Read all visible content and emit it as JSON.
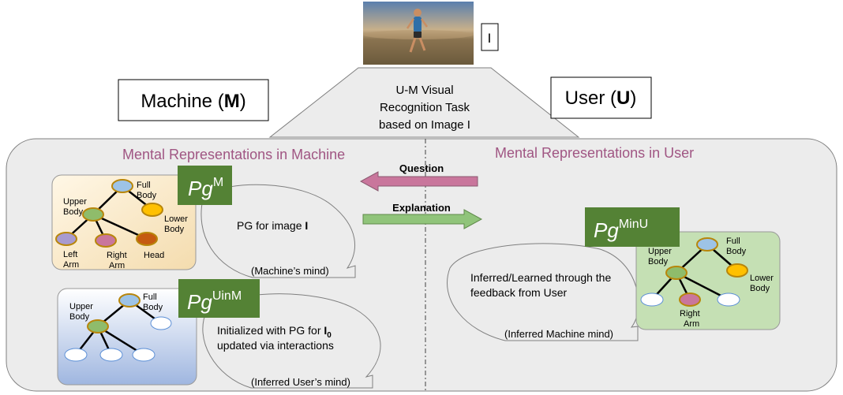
{
  "image_label": "I",
  "task": {
    "line1": "U-M Visual",
    "line2": "Recognition Task",
    "line3": "based on Image I"
  },
  "machine": {
    "label_pre": "Machine (",
    "label_bold": "M",
    "label_post": ")"
  },
  "user": {
    "label_pre": "User (",
    "label_bold": "U",
    "label_post": ")"
  },
  "panels": {
    "machine_title": "Mental Representations in Machine",
    "user_title": "Mental Representations in User"
  },
  "arrows": {
    "question": "Question",
    "explanation": "Explanation"
  },
  "pg_m": {
    "label_base": "Pg",
    "label_sup": "M",
    "bubble_text_pre": "PG for image ",
    "bubble_text_bold": "I",
    "caption": "(Machine’s mind)"
  },
  "pg_uinm": {
    "label_base": "Pg",
    "label_sup": "UinM",
    "bubble_line1_pre": "Initialized with PG for ",
    "bubble_line1_bold": "I",
    "bubble_line1_sub": "0",
    "bubble_line2": "updated via  interactions",
    "caption": "(Inferred User’s mind)"
  },
  "pg_minu": {
    "label_base": "Pg",
    "label_sup": "MinU",
    "bubble_line1": "Inferred/Learned through the",
    "bubble_line2": "feedback from User",
    "caption": "(Inferred Machine mind)"
  },
  "tree_m": {
    "full_body": [
      "Full",
      "Body"
    ],
    "upper_body": [
      "Upper",
      "Body"
    ],
    "lower_body": [
      "Lower",
      "Body"
    ],
    "left_arm": [
      "Left",
      "Arm"
    ],
    "right_arm": [
      "Right",
      "Arm"
    ],
    "head": "Head"
  },
  "tree_uinm": {
    "full_body": [
      "Full",
      "Body"
    ],
    "upper_body": [
      "Upper",
      "Body"
    ]
  },
  "tree_minu": {
    "full_body": [
      "Full",
      "Body"
    ],
    "upper_body": [
      "Upper",
      "Body"
    ],
    "lower_body": [
      "Lower",
      "Body"
    ],
    "right_arm": [
      "Right",
      "Arm"
    ]
  },
  "colors": {
    "panel_fill": "#ececec",
    "title_color": "#a05683",
    "label_box": "#548235",
    "node_border": "#b8860b",
    "node_blue": "#9dc3e6",
    "node_green": "#8fbc6b",
    "node_gold": "#ffc000",
    "node_pink": "#c9769c",
    "node_purple": "#a89bcf",
    "node_red": "#c55a11",
    "question_arrow": "#c9769c",
    "explanation_arrow": "#90c47a"
  }
}
